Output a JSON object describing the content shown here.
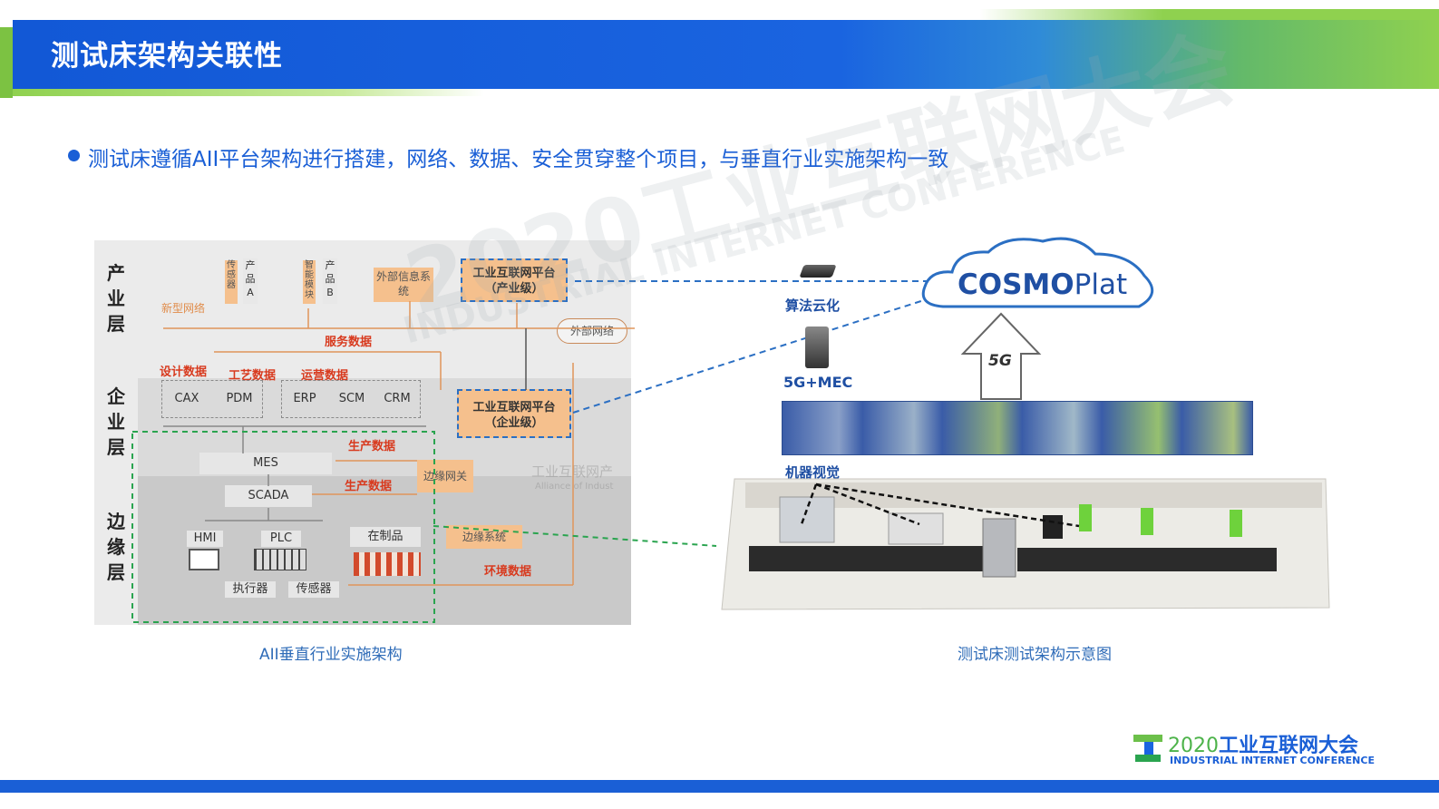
{
  "header": {
    "title": "测试床架构关联性"
  },
  "bullet": {
    "text": "测试床遵循AII平台架构进行搭建，网络、数据、安全贯穿整个项目，与垂直行业实施架构一致"
  },
  "watermark": {
    "year": "2020",
    "cn": "工业互联网大会",
    "en": "INDUSTRIAL INTERNET CONFERENCE"
  },
  "left_diagram": {
    "caption": "AII垂直行业实施架构",
    "layers": {
      "industry": "产业层",
      "enterprise": "企业层",
      "edge": "边缘层"
    },
    "industry_boxes": {
      "sensor": "传感器",
      "product_a": "产品A",
      "smart_module": "智能模块",
      "product_b": "产品B",
      "external_info": "外部信息系统"
    },
    "platform_industry": {
      "line1": "工业互联网平台",
      "line2": "（产业级）"
    },
    "platform_enterprise": {
      "line1": "工业互联网平台",
      "line2": "（企业级）"
    },
    "labels": {
      "new_network": "新型网络",
      "external_network": "外部网络",
      "service_data": "服务数据",
      "design_data": "设计数据",
      "process_data": "工艺数据",
      "operation_data": "运营数据",
      "production_data_1": "生产数据",
      "production_data_2": "生产数据",
      "env_data": "环境数据"
    },
    "enterprise_items": [
      "CAX",
      "PDM",
      "ERP",
      "SCM",
      "CRM"
    ],
    "edge_items": {
      "mes": "MES",
      "scada": "SCADA",
      "hmi": "HMI",
      "plc": "PLC",
      "wip": "在制品",
      "actuator": "执行器",
      "sensor": "传感器",
      "edge_gateway": "边缘网关",
      "edge_system": "边缘系统"
    },
    "logo_text": "工业互联网产",
    "logo_sub": "Alliance of Indust"
  },
  "right_diagram": {
    "caption": "测试床测试架构示意图",
    "cloud_label": "COSMOPlat",
    "cloud_bold": "COSMO",
    "cloud_light": "Plat",
    "algo": "算法云化",
    "mec": "5G+MEC",
    "fiveg": "5G",
    "vision": "机器视觉"
  },
  "footer": {
    "logo_year": "2020",
    "logo_cn": "工业互联网大会",
    "logo_en": "INDUSTRIAL INTERNET CONFERENCE"
  },
  "colors": {
    "header_blue": "#1a64e0",
    "accent_green": "#8fd14f",
    "bullet_blue": "#1a5fd6",
    "platform_border": "#2b6fc3",
    "red_label": "#d83a1e",
    "box_orange": "#f5c08d",
    "dash_green": "#2aa44f",
    "footer_bar": "#1a5fd6"
  }
}
